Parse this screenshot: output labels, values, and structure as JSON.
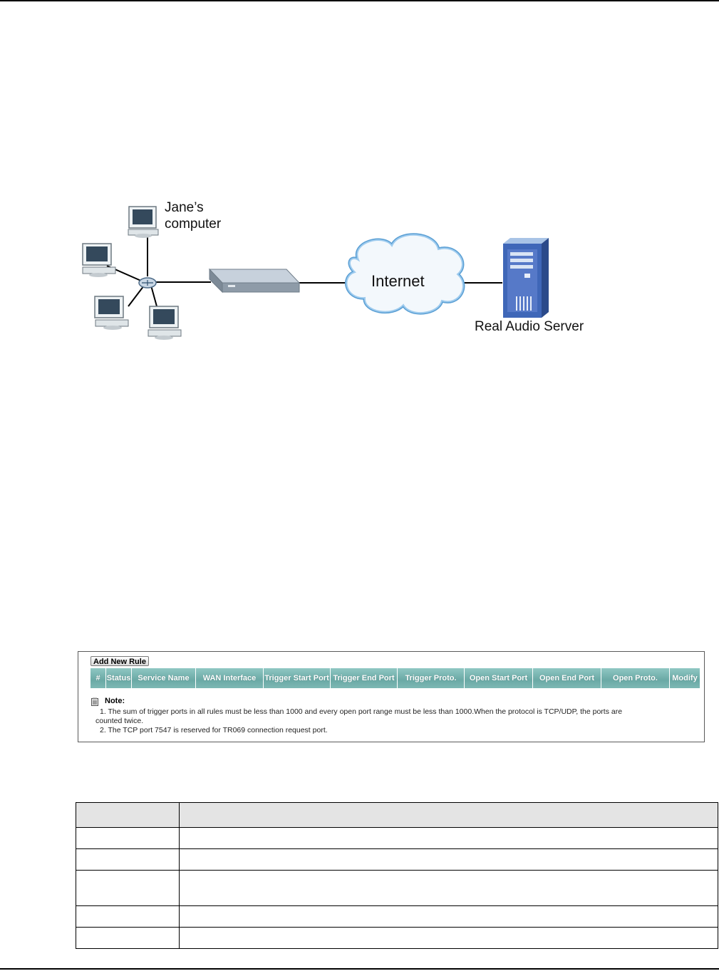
{
  "diagram": {
    "jane_label_line1": "Jane’s",
    "jane_label_line2": "computer",
    "internet_label": "Internet",
    "server_label": "Real Audio Server"
  },
  "screen": {
    "add_button": "Add New Rule",
    "columns": [
      "#",
      "Status",
      "Service Name",
      "WAN Interface",
      "Trigger Start Port",
      "Trigger End Port",
      "Trigger Proto.",
      "Open Start Port",
      "Open End Port",
      "Open Proto.",
      "Modify"
    ],
    "header_color": "#6aa9a5",
    "note_title": "Note:",
    "note_line1a": "1. The sum of trigger ports in all rules must be less than 1000 and every open port range must be less than 1000.When the protocol is TCP/UDP, the ports are",
    "note_line1b": "counted twice.",
    "note_line2": "2. The TCP port 7547 is reserved for TR069 connection request port."
  },
  "table": {
    "rows": 5
  }
}
